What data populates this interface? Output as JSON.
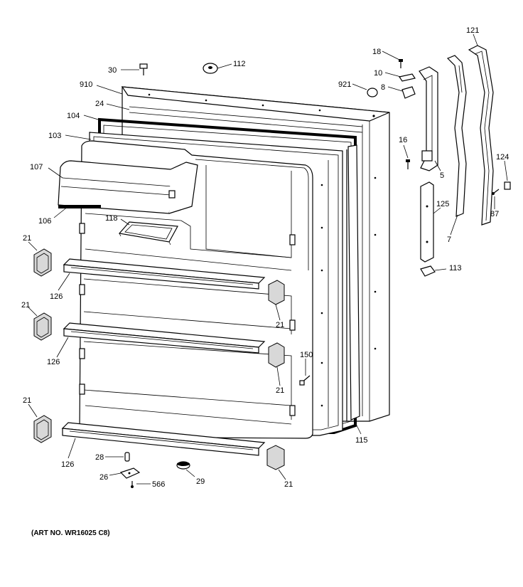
{
  "art_number": "(ART NO. WR16025 C8)",
  "callouts": {
    "c30": "30",
    "c112": "112",
    "c910": "910",
    "c24": "24",
    "c104": "104",
    "c103": "103",
    "c107": "107",
    "c106": "106",
    "c118": "118",
    "c21a": "21",
    "c126a": "126",
    "c21b": "21",
    "c126b": "126",
    "c21c": "21",
    "c126c": "126",
    "c28": "28",
    "c26": "26",
    "c566": "566",
    "c29": "29",
    "c21d": "21",
    "c21e": "21",
    "c21f": "21",
    "c150": "150",
    "c115": "115",
    "c18": "18",
    "c10": "10",
    "c921": "921",
    "c8": "8",
    "c16": "16",
    "c5": "5",
    "c125": "125",
    "c113": "113",
    "c7": "7",
    "c121": "121",
    "c124": "124",
    "c87": "87"
  }
}
